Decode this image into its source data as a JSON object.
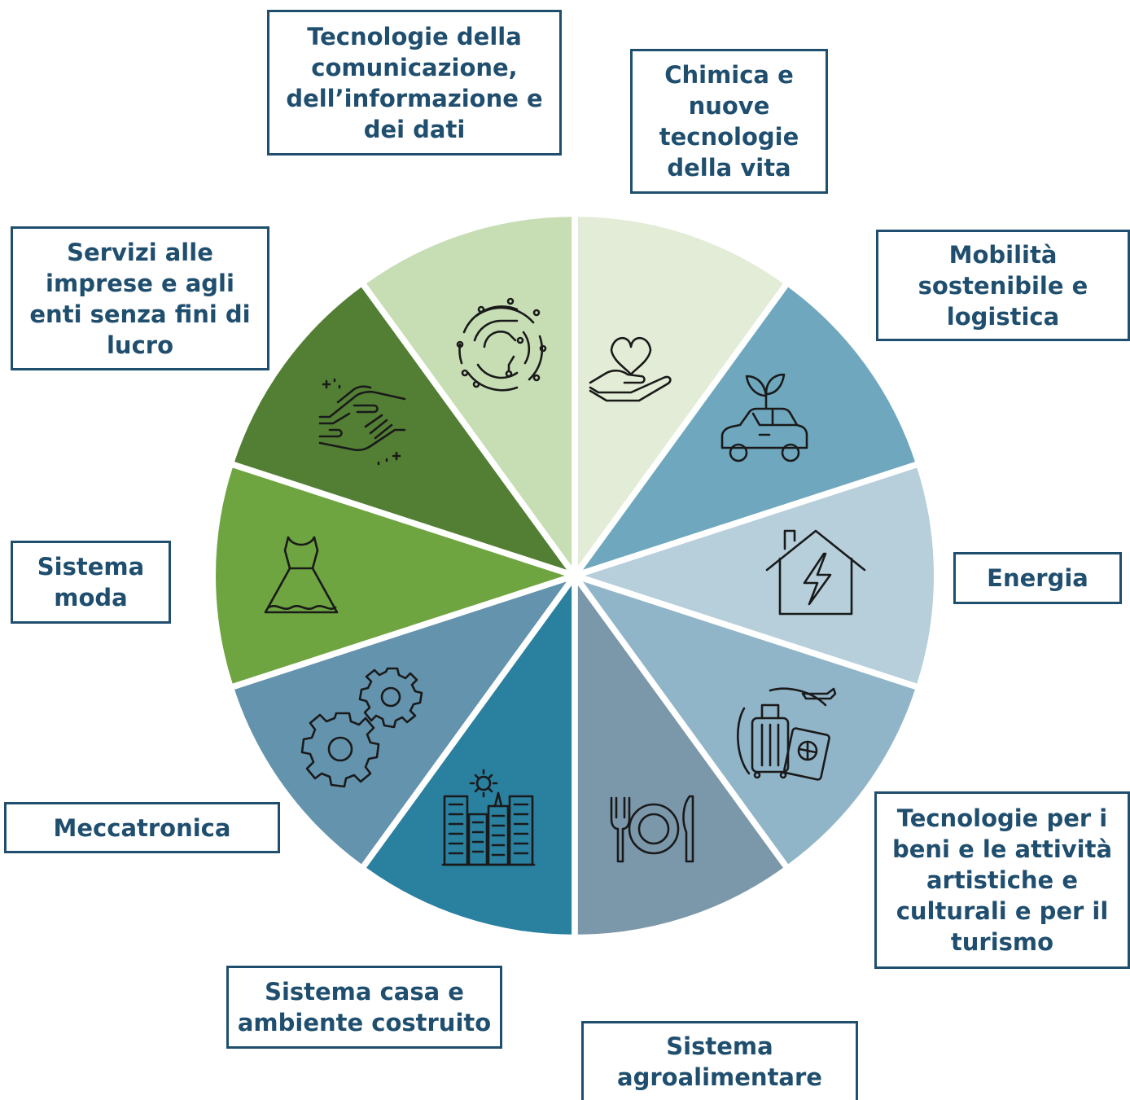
{
  "sectors": [
    {
      "id": "ict",
      "label": "Tecnologie della comunicazione, dell’informazione e dei dati",
      "color": "#e3ecd6",
      "icon": "circuit-circle-icon"
    },
    {
      "id": "chimica",
      "label": "Chimica e nuove tecnologie della vita",
      "color": "#6fa8be",
      "icon": "hand-heart-icon"
    },
    {
      "id": "mobilita",
      "label": "Mobilità sostenibile e logistica",
      "color": "#b6cfdb",
      "icon": "eco-car-icon"
    },
    {
      "id": "energia",
      "label": "Energia",
      "color": "#91b5c8",
      "icon": "house-energy-icon"
    },
    {
      "id": "turismo",
      "label": "Tecnologie per i beni e le attività artistiche e culturali e per il turismo",
      "color": "#7b98ab",
      "icon": "travel-luggage-icon"
    },
    {
      "id": "agro",
      "label": "Sistema agroalimentare",
      "color": "#2a809f",
      "icon": "plate-cutlery-icon"
    },
    {
      "id": "casa",
      "label": "Sistema casa e ambiente costruito",
      "color": "#6493ad",
      "icon": "city-buildings-icon"
    },
    {
      "id": "mecca",
      "label": "Meccatronica",
      "color": "#6ea540",
      "icon": "gears-icon"
    },
    {
      "id": "moda",
      "label": "Sistema moda",
      "color": "#537f34",
      "icon": "dress-icon"
    },
    {
      "id": "servizi",
      "label": "Servizi alle imprese e agli enti senza fini di lucro",
      "color": "#c7deb5",
      "icon": "helping-hands-icon"
    }
  ],
  "labels": {
    "ict": [
      "Tecnologie della",
      "comunicazione,",
      "dell’informazione e",
      "dei dati"
    ],
    "chimica": [
      "Chimica e",
      "nuove",
      "tecnologie",
      "della vita"
    ],
    "mobilita": [
      "Mobilità",
      "sostenibile e",
      "logistica"
    ],
    "energia": [
      "Energia"
    ],
    "turismo": [
      "Tecnologie per i",
      "beni e le attività",
      "artistiche e",
      "culturali e per il",
      "turismo"
    ],
    "agro": [
      "Sistema",
      "agroalimentare"
    ],
    "casa": [
      "Sistema casa e",
      "ambiente costruito"
    ],
    "mecca": [
      "Meccatronica"
    ],
    "moda": [
      "Sistema",
      "moda"
    ],
    "servizi": [
      "Servizi alle",
      "imprese e agli",
      "enti senza fini di",
      "lucro"
    ]
  },
  "colors": {
    "border": "#1f4e6e",
    "text": "#1f4e6e",
    "icon": "#1a1a1a"
  }
}
